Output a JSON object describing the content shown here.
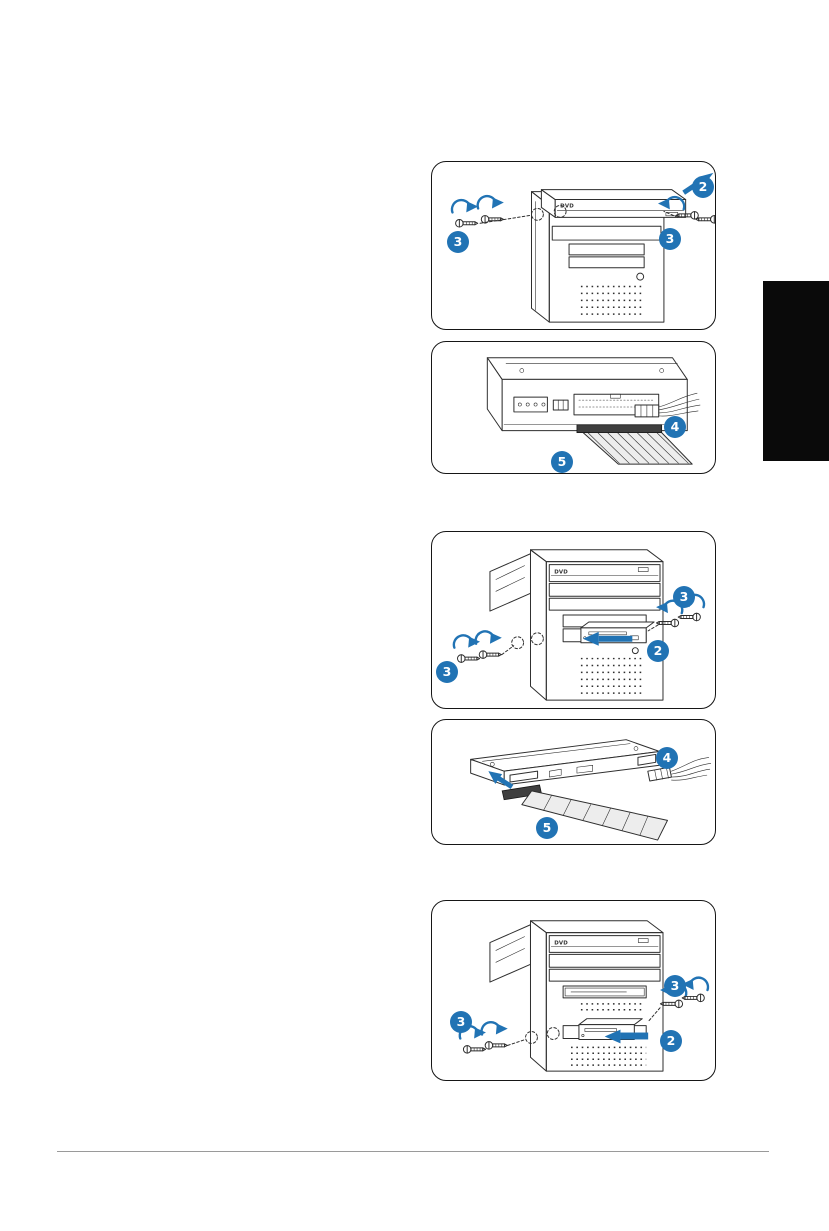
{
  "colors": {
    "accent": "#2173b4",
    "ink": "#2e2e2e",
    "tab": "#0a0a0a",
    "cable": "#ededed",
    "page_bg": "#ffffff"
  },
  "figures": {
    "optical_install": {
      "drive_label": "DVD",
      "badges": {
        "insert": "2",
        "screw_left": "3",
        "screw_right": "3"
      }
    },
    "optical_cables": {
      "badges": {
        "power": "4",
        "ide": "5"
      }
    },
    "floppy_install": {
      "drive_label": "DVD",
      "badges": {
        "screw_right": "3",
        "insert": "2",
        "screw_left": "3"
      }
    },
    "floppy_cables": {
      "badges": {
        "power": "4",
        "ribbon": "5"
      }
    },
    "bay_install": {
      "drive_label": "DVD",
      "badges": {
        "screw_right": "3",
        "screw_left": "3",
        "insert": "2"
      }
    }
  }
}
